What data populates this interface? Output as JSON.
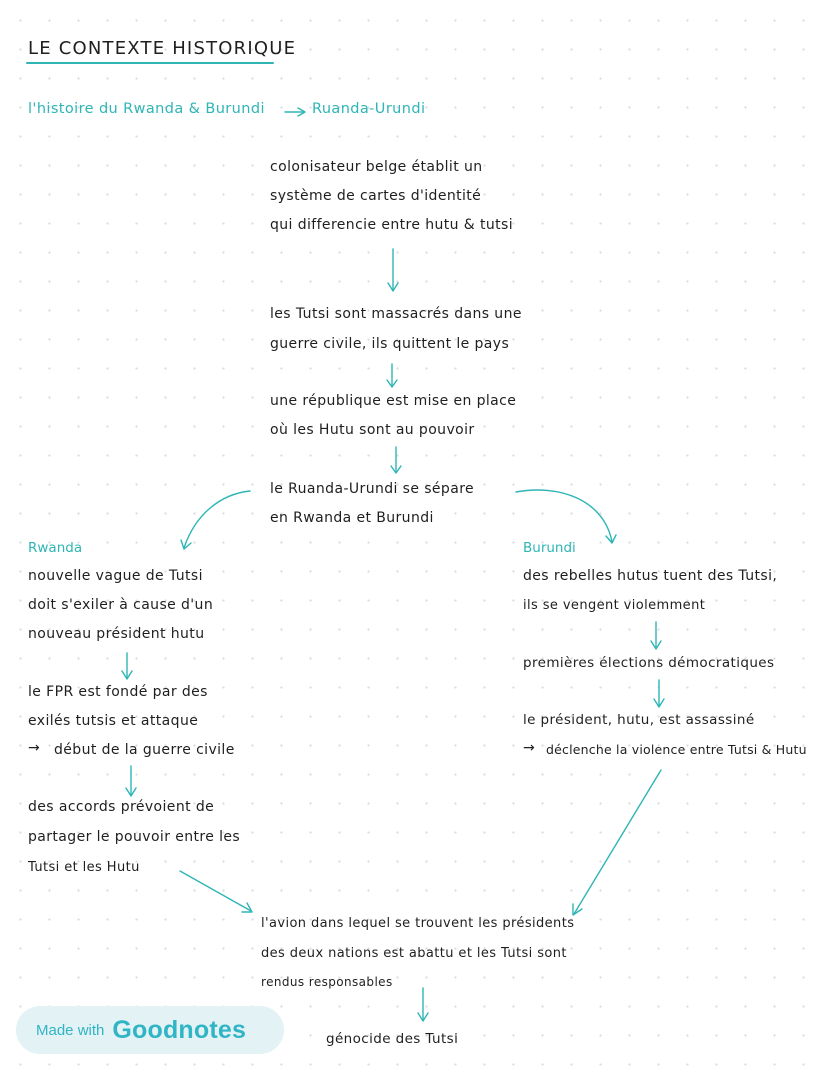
{
  "title": "LE CONTEXTE HISTORIQUE",
  "subtitle": {
    "left": "l'histoire du Rwanda & Burundi",
    "right": "Ruanda-Urundi"
  },
  "center": {
    "block1": [
      "colonisateur belge établit un",
      "système de cartes d'identité",
      "qui differencie entre hutu & tutsi"
    ],
    "block2": [
      "les Tutsi sont massacrés dans une",
      "guerre civile, ils quittent le pays"
    ],
    "block3": [
      "une république est mise en place",
      "où les Hutu sont au pouvoir"
    ],
    "block4": [
      "le Ruanda-Urundi se sépare",
      "en Rwanda et Burundi"
    ]
  },
  "rwanda": {
    "heading": "Rwanda",
    "block1": [
      "nouvelle vague de Tutsi",
      "doit s'exiler à cause d'un",
      "nouveau président hutu"
    ],
    "block2": [
      "le FPR est fondé par des",
      "exilés tutsis et attaque",
      "début de la guerre civile"
    ],
    "block3": [
      "des accords prévoient de",
      "partager le pouvoir entre les",
      "Tutsi et les Hutu"
    ]
  },
  "burundi": {
    "heading": "Burundi",
    "block1": [
      "des rebelles hutus tuent des Tutsi,",
      "ils se vengent violemment"
    ],
    "block2": [
      "premières élections démocratiques"
    ],
    "block3": [
      "le président, hutu, est assassiné",
      "déclenche la violence entre Tutsi & Hutu"
    ]
  },
  "bottom": {
    "block1": [
      "l'avion dans lequel se trouvent les présidents",
      "des deux nations est abattu et les Tutsi sont",
      "rendus responsables"
    ],
    "block2": [
      "génocide des Tutsi"
    ]
  },
  "badge": {
    "made_with": "Made with",
    "brand": "Goodnotes"
  },
  "colors": {
    "accent": "#2fb5b5",
    "ink": "#1f1f1f",
    "badge_bg": "#e3f2f5"
  }
}
